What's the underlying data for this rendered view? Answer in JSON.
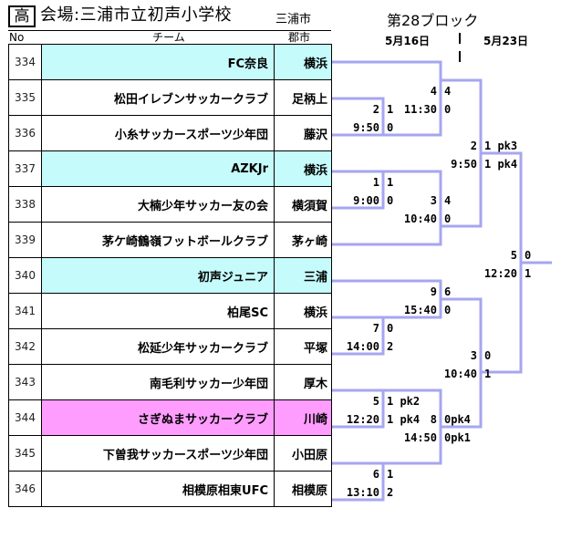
{
  "header": {
    "grade": "高",
    "venue": "会場:三浦市立初声小学校",
    "venue_city": "三浦市",
    "block_title": "第28ブロック",
    "dates": [
      "5月16日",
      "5月23日"
    ]
  },
  "columns": {
    "no": "No",
    "team": "チーム",
    "city": "郡市"
  },
  "teams": [
    {
      "no": "334",
      "name": "FC奈良",
      "city": "横浜",
      "style": "seed"
    },
    {
      "no": "335",
      "name": "松田イレブンサッカークラブ",
      "city": "足柄上",
      "style": ""
    },
    {
      "no": "336",
      "name": "小糸サッカースポーツ少年団",
      "city": "藤沢",
      "style": ""
    },
    {
      "no": "337",
      "name": "AZKJr",
      "city": "横浜",
      "style": "seed"
    },
    {
      "no": "338",
      "name": "大楠少年サッカー友の会",
      "city": "横須賀",
      "style": ""
    },
    {
      "no": "339",
      "name": "茅ケ崎鶴嶺フットボールクラブ",
      "city": "茅ヶ崎",
      "style": ""
    },
    {
      "no": "340",
      "name": "初声ジュニア",
      "city": "三浦",
      "style": "seed"
    },
    {
      "no": "341",
      "name": "柏尾SC",
      "city": "横浜",
      "style": ""
    },
    {
      "no": "342",
      "name": "松延少年サッカークラブ",
      "city": "平塚",
      "style": ""
    },
    {
      "no": "343",
      "name": "南毛利サッカー少年団",
      "city": "厚木",
      "style": ""
    },
    {
      "no": "344",
      "name": "さぎぬまサッカークラブ",
      "city": "川崎",
      "style": "host"
    },
    {
      "no": "345",
      "name": "下曽我サッカースポーツ少年団",
      "city": "小田原",
      "style": ""
    },
    {
      "no": "346",
      "name": "相模原相東UFC",
      "city": "相模原",
      "style": ""
    }
  ],
  "matches": [
    {
      "id": "m1",
      "match_no": "2",
      "time": "9:50",
      "score_top": "1",
      "score_bottom": "0"
    },
    {
      "id": "m2",
      "match_no": "1",
      "time": "9:00",
      "score_top": "1",
      "score_bottom": "0"
    },
    {
      "id": "m3",
      "match_no": "7",
      "time": "14:00",
      "score_top": "0",
      "score_bottom": "2"
    },
    {
      "id": "m4",
      "match_no": "5",
      "time": "12:20",
      "score_top": "1 pk2",
      "score_bottom": "1 pk4"
    },
    {
      "id": "m5",
      "match_no": "6",
      "time": "13:10",
      "score_top": "1",
      "score_bottom": "2"
    },
    {
      "id": "m6",
      "match_no": "4",
      "time": "11:30",
      "score_top": "4",
      "score_bottom": "0"
    },
    {
      "id": "m7",
      "match_no": "3",
      "time": "10:40",
      "score_top": "4",
      "score_bottom": "0"
    },
    {
      "id": "m8",
      "match_no": "9",
      "time": "15:40",
      "score_top": "6",
      "score_bottom": "0"
    },
    {
      "id": "m9",
      "match_no": "8",
      "time": "14:50",
      "score_top": "0pk4",
      "score_bottom": "0pk1"
    },
    {
      "id": "m10",
      "match_no": "2",
      "time": "9:50",
      "score_top": "1 pk3",
      "score_bottom": "1 pk4"
    },
    {
      "id": "m11",
      "match_no": "3",
      "time": "10:40",
      "score_top": "0",
      "score_bottom": "1"
    },
    {
      "id": "m12",
      "match_no": "5",
      "time": "12:20",
      "score_top": "0",
      "score_bottom": "1"
    }
  ]
}
